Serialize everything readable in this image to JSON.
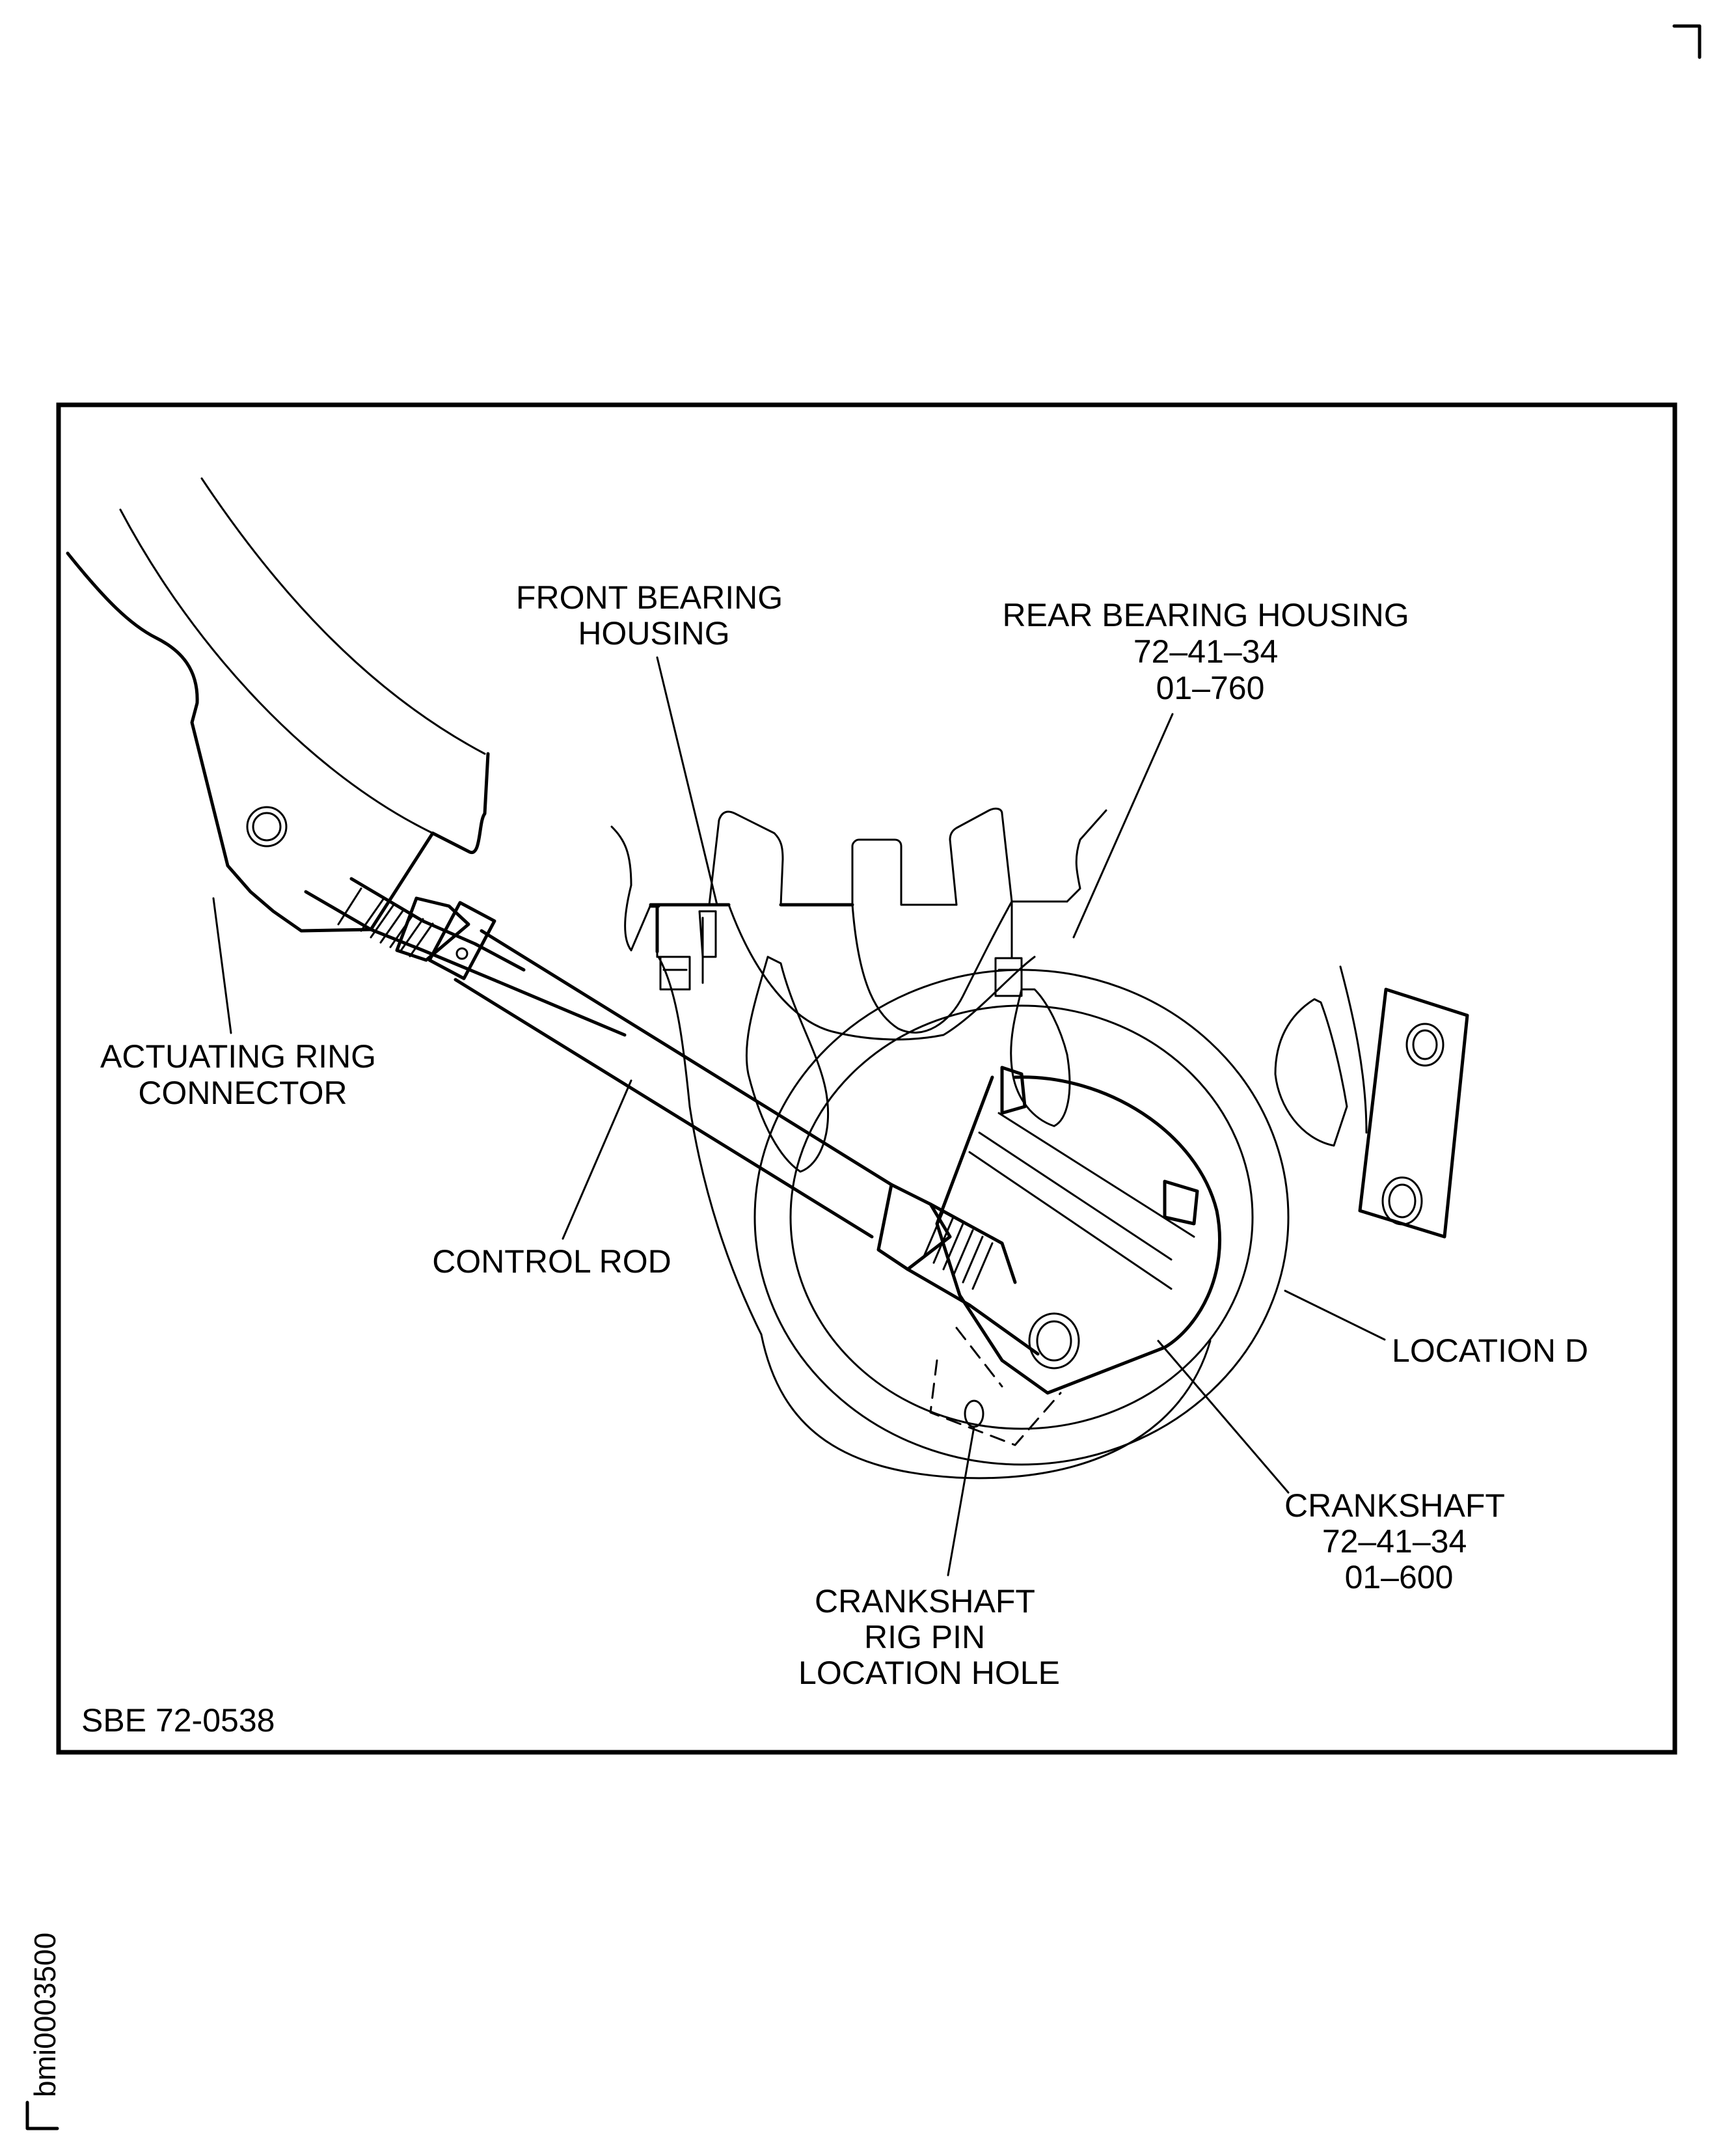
{
  "figure": {
    "reference": "SBE 72-0538",
    "sheet_id": "bmi0003500",
    "colors": {
      "line": "#000000",
      "background": "#ffffff"
    }
  },
  "labels": {
    "front_bearing_housing": [
      "FRONT BEARING",
      "HOUSING"
    ],
    "rear_bearing_housing": [
      "REAR BEARING HOUSING",
      "72–41–34",
      "01–760"
    ],
    "actuating_ring_connector": [
      "ACTUATING RING",
      "CONNECTOR"
    ],
    "control_rod": [
      "CONTROL ROD"
    ],
    "location_d": [
      "LOCATION D"
    ],
    "crankshaft": [
      "CRANKSHAFT",
      "72–41–34",
      "01–600"
    ],
    "rig_pin_hole": [
      "CRANKSHAFT",
      "RIG PIN",
      "LOCATION HOLE"
    ]
  }
}
